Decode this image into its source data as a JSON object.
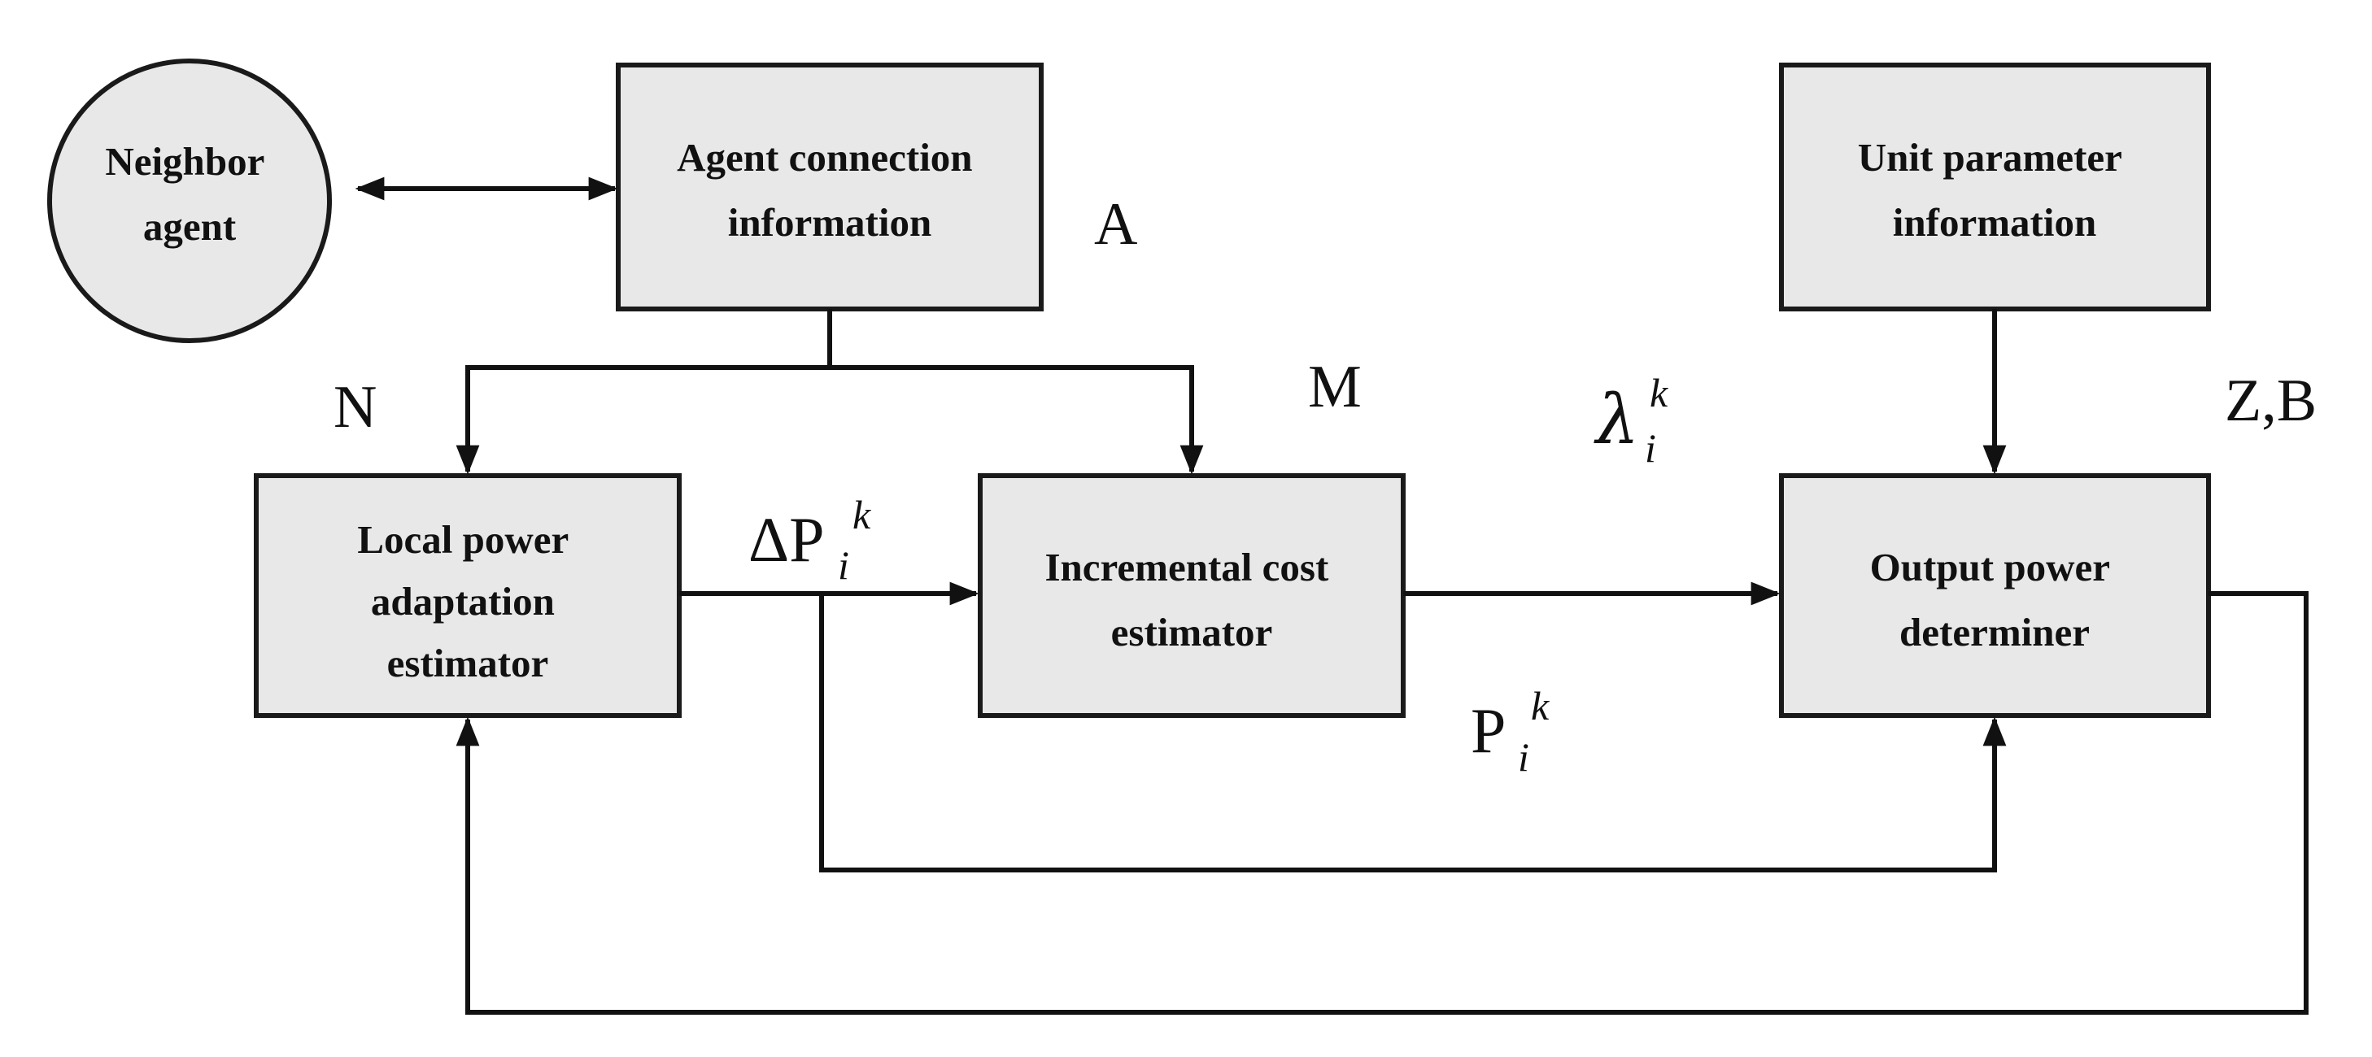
{
  "nodes": {
    "neighbor": {
      "lines": [
        "Neighbor",
        "agent"
      ]
    },
    "agent_connection": {
      "lines": [
        "Agent connection",
        "information"
      ]
    },
    "unit_parameter": {
      "lines": [
        "Unit parameter",
        "information"
      ]
    },
    "local_power": {
      "lines": [
        "Local power",
        "adaptation",
        "estimator"
      ]
    },
    "incremental_cost": {
      "lines": [
        "Incremental cost",
        "estimator"
      ]
    },
    "output_power": {
      "lines": [
        "Output power",
        "determiner"
      ]
    }
  },
  "labels": {
    "A": "A",
    "N": "N",
    "M": "M",
    "ZB": "Z,B"
  },
  "signals": {
    "delta_p": {
      "base": "ΔP",
      "sub": "i",
      "sup": "k"
    },
    "lambda": {
      "base": "λ",
      "sub": "i",
      "sup": "k"
    },
    "p": {
      "base": "P",
      "sub": "i",
      "sup": "k"
    }
  },
  "colors": {
    "box_fill": "#e8e8e8",
    "stroke": "#111111"
  }
}
